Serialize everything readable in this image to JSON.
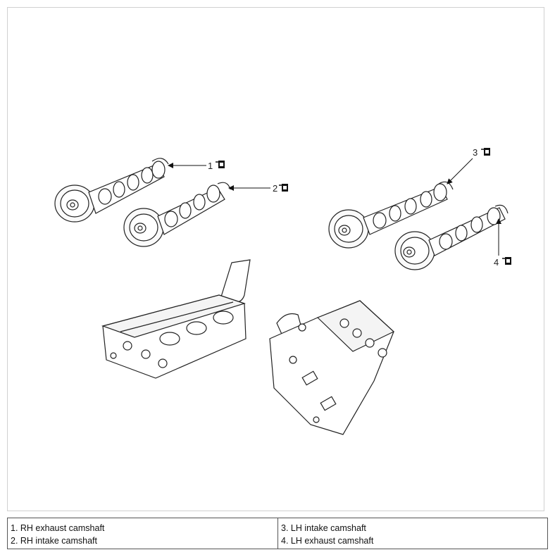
{
  "callouts": [
    {
      "num": "1",
      "label": "RH exhaust camshaft"
    },
    {
      "num": "2",
      "label": "RH intake camshaft"
    },
    {
      "num": "3",
      "label": "LH intake camshaft"
    },
    {
      "num": "4",
      "label": "LH exhaust camshaft"
    }
  ],
  "legend": {
    "left": [
      "1. RH exhaust camshaft",
      "2. RH intake camshaft"
    ],
    "right": [
      "3. LH intake camshaft",
      "4. LH exhaust camshaft"
    ]
  },
  "icons": [
    "torque-wrench-icon",
    "camshaft-drawing",
    "cylinder-head-drawing"
  ]
}
